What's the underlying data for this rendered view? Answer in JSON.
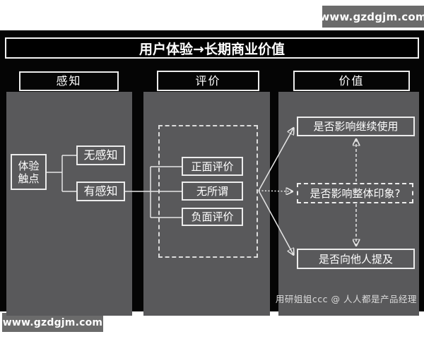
{
  "badges": {
    "top_right": "www.gzdgjm.com",
    "bottom_left": "www.gzdgjm.com"
  },
  "title": "用户体验→长期商业价值",
  "columns": {
    "perception": {
      "header": "感知",
      "touchpoint": {
        "line1": "体验",
        "line2": "触点"
      },
      "no_perception": "无感知",
      "has_perception": "有感知"
    },
    "evaluation": {
      "header": "评价",
      "positive": "正面评价",
      "neutral": "无所谓",
      "negative": "负面评价"
    },
    "value": {
      "header": "价值",
      "continue_use": "是否影响继续使用",
      "overall_impression": "是否影响整体印象?",
      "mention_others": "是否向他人提及"
    }
  },
  "credit": "用研姐姐ccc @ 人人都是产品经理",
  "colors": {
    "page_bg": "#ffffff",
    "panel_bg": "#050505",
    "column_bg": "#59595b",
    "badge_bg": "#6b6b6b",
    "box_border": "#ececec",
    "line": "#e6e6e6",
    "text": "#ffffff"
  }
}
